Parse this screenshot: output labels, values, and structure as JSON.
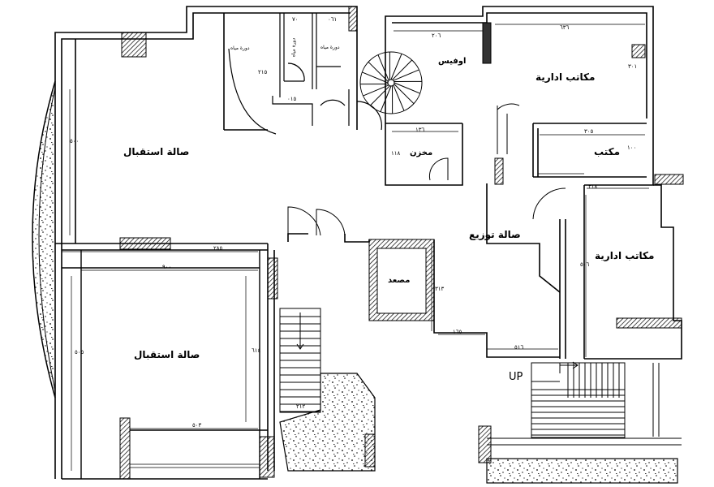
{
  "rooms": {
    "reception_top": "صالة استقبال",
    "reception_bottom": "صالة استقبال",
    "admin_offices_top": "مكاتب ادارية",
    "admin_offices_right": "مكاتب ادارية",
    "office": "مكتب",
    "office_small": "اوفيس",
    "storage": "مخزن",
    "distribution_hall": "صالة توزيع",
    "elevator": "مصعد"
  },
  "wc_labels": [
    "دورة مياه",
    "دورة مياه",
    "دورة مياه"
  ],
  "stairs_label": "UP",
  "dimensions": {
    "d_20_top": "٢٠٦",
    "d_636": "٦٣٦",
    "d_301": "٣٠١",
    "d_215": "٢١٥",
    "d_070": "٧٠",
    "d_061": "٠٦١",
    "d_015": "٠١٥",
    "d_136": "١٣٦",
    "d_118": "١١٨",
    "d_305": "٣٠٥",
    "d_318": "٣١٨",
    "d_100": "١٠٠",
    "d_5": "٥٠٠",
    "d_285": "٢٨٥",
    "d_900": "٩٠٠",
    "d_506": "٥٠٦",
    "d_313": "٣١٣",
    "d_165": "١٦٥",
    "d_516": "٥١٦",
    "d_614": "٦١٤",
    "d_505": "٥٠٥",
    "d_503": "٥٠٣",
    "d_212": "٢١٢"
  }
}
